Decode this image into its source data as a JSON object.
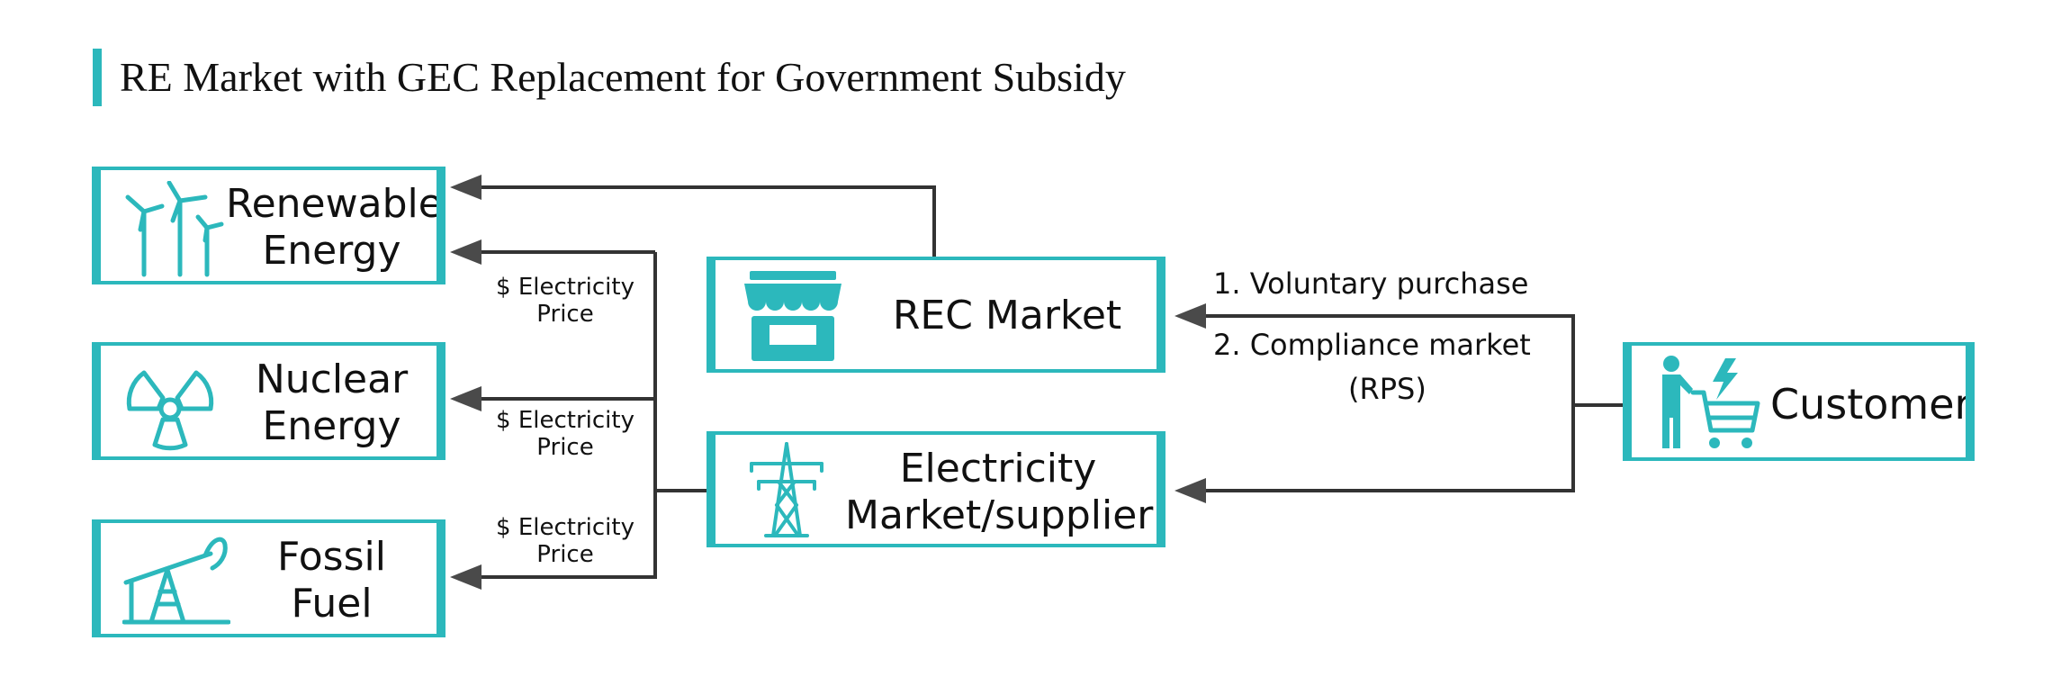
{
  "title": "RE Market with GEC Replacement for Government Subsidy",
  "colors": {
    "accent": "#2cb8bc",
    "line": "#333333",
    "arrowhead": "#4a4a4a"
  },
  "nodes": {
    "renewable": {
      "line1": "Renewable",
      "line2": "Energy",
      "icon": "wind-turbine-icon"
    },
    "nuclear": {
      "line1": "Nuclear",
      "line2": "Energy",
      "icon": "radiation-icon"
    },
    "fossil": {
      "line1": "Fossil",
      "line2": "Fuel",
      "icon": "oil-pump-icon"
    },
    "rec_market": {
      "label": "REC Market",
      "icon": "storefront-icon"
    },
    "electricity_market": {
      "line1": "Electricity",
      "line2": "Market/supplier",
      "icon": "power-tower-icon"
    },
    "customer": {
      "label": "Customer",
      "icon": "shopper-cart-icon"
    }
  },
  "edge_labels": {
    "price_1": {
      "line1": "$ Electricity",
      "line2": "Price"
    },
    "price_2": {
      "line1": "$ Electricity",
      "line2": "Price"
    },
    "price_3": {
      "line1": "$ Electricity",
      "line2": "Price"
    },
    "voluntary": "1. Voluntary purchase",
    "compliance_line1": "2. Compliance market",
    "compliance_line2": "(RPS)"
  }
}
